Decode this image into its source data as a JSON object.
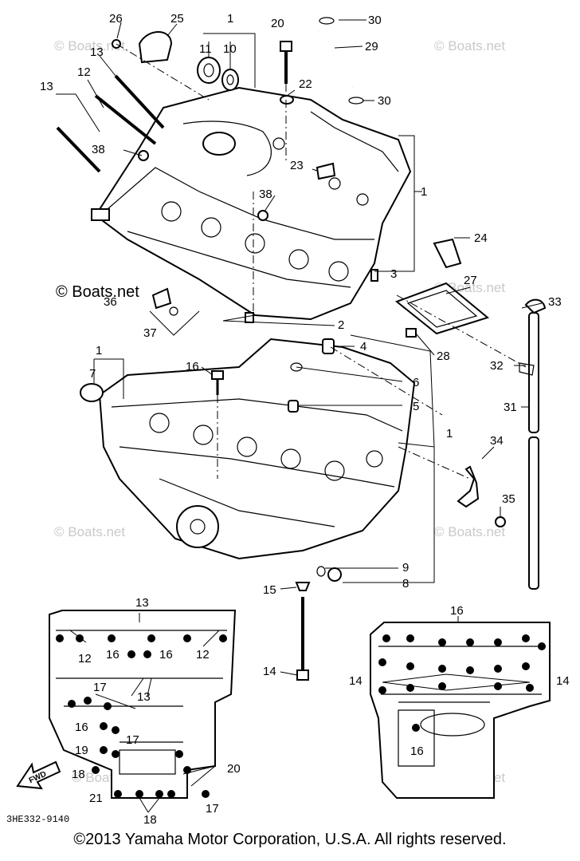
{
  "watermark": "© Boats.net",
  "watermark_strong": "© Boats.net",
  "diagram_code": "3HE332-9140",
  "fwd_label": "FWD",
  "copyright": "©2013 Yamaha Motor Corporation, U.S.A. All rights reserved.",
  "callouts": {
    "c1": "1",
    "c2": "2",
    "c3": "3",
    "c4": "4",
    "c5": "5",
    "c6": "6",
    "c7": "7",
    "c8": "8",
    "c9": "9",
    "c10": "10",
    "c11": "11",
    "c12": "12",
    "c13": "13",
    "c14": "14",
    "c15": "15",
    "c16": "16",
    "c17": "17",
    "c18": "18",
    "c19": "19",
    "c20": "20",
    "c21": "21",
    "c22": "22",
    "c23": "23",
    "c24": "24",
    "c25": "25",
    "c26": "26",
    "c27": "27",
    "c28": "28",
    "c29": "29",
    "c30": "30",
    "c31": "31",
    "c32": "32",
    "c33": "33",
    "c34": "34",
    "c35": "35",
    "c36": "36",
    "c37": "37",
    "c38": "38"
  }
}
